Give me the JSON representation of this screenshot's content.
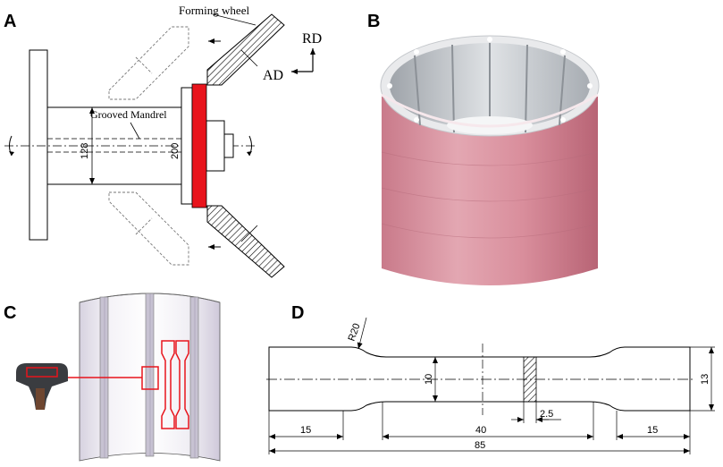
{
  "panels": {
    "a": {
      "letter": "A",
      "forming_wheel": "Forming wheel",
      "rd": "RD",
      "ad": "AD",
      "grooved_mandrel": "Grooved Mandrel",
      "dim_128": "128",
      "dim_200": "200",
      "highlight_color": "#e8141c"
    },
    "b": {
      "letter": "B"
    },
    "c": {
      "letter": "C",
      "highlight_color": "#e8141c"
    },
    "d": {
      "letter": "D",
      "r20": "R20",
      "dim_10": "10",
      "dim_13": "13",
      "dim_15_left": "15",
      "dim_40": "40",
      "dim_2_5": "2.5",
      "dim_15_right": "15",
      "dim_85": "85"
    }
  }
}
